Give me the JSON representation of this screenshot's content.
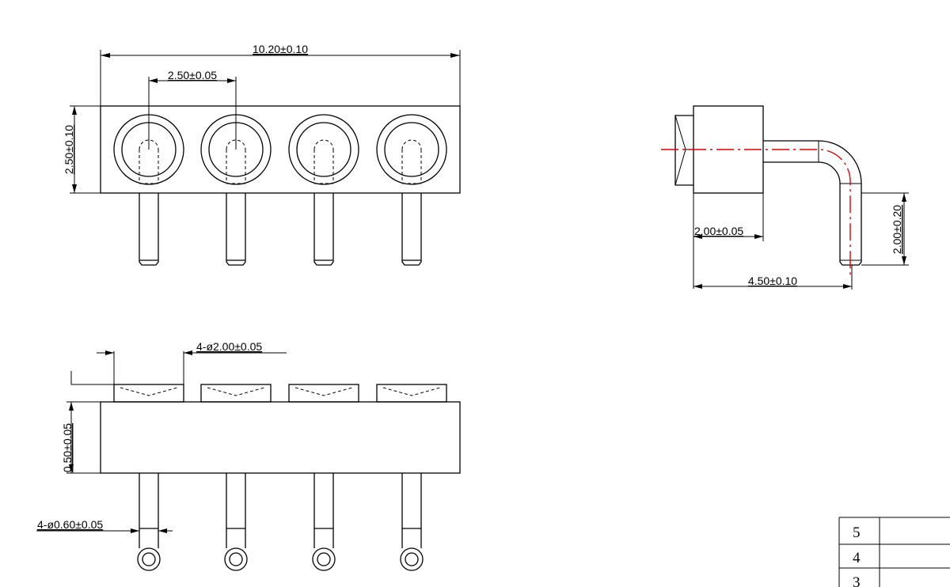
{
  "front_view": {
    "overall_width": "10.20±0.10",
    "pitch": "2.50±0.05",
    "height": "2.50±0.10"
  },
  "side_view": {
    "offset": "2.00±0.05",
    "length": "4.50±0.10",
    "pin_height": "2.00±0.20"
  },
  "bottom_view": {
    "contact_diameter": "4-ø2.00±0.05",
    "body_height": "0.50±0.05",
    "pin_diameter": "4-ø0.60±0.05"
  },
  "title_block": {
    "rows": [
      "5",
      "4",
      "3"
    ]
  }
}
